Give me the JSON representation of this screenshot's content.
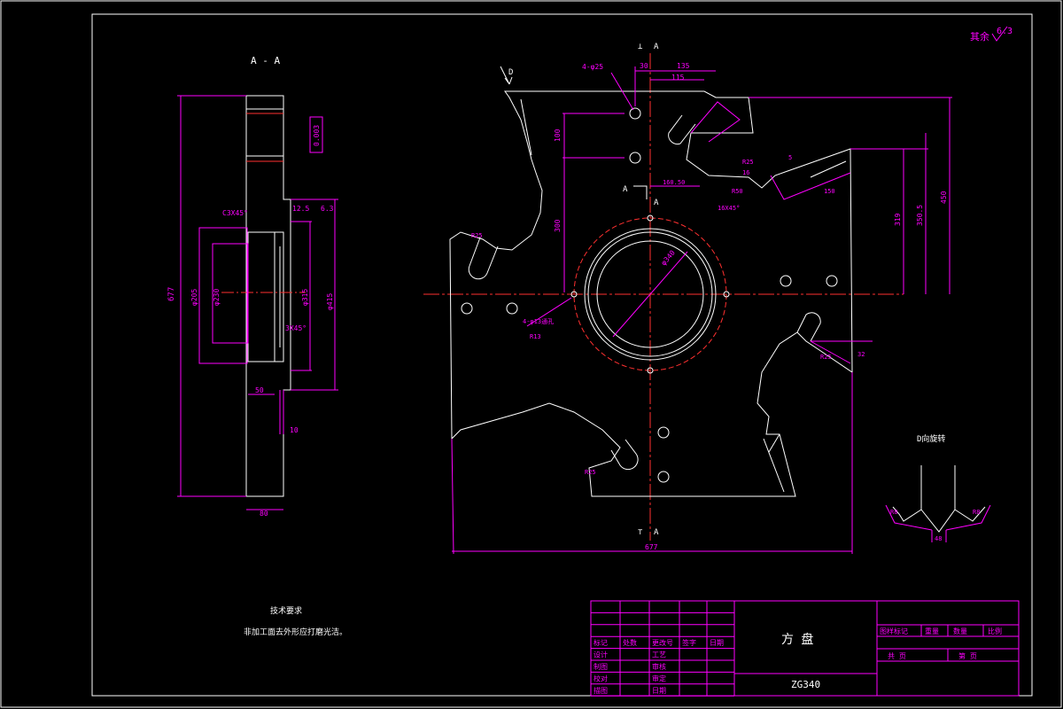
{
  "colors": {
    "background": "#000000",
    "outline": "#ffffff",
    "dimension": "#ff00ff",
    "centerline": "#ff0000"
  },
  "section_view": {
    "title": "A - A",
    "dims": {
      "total_height": "677",
      "hole_dia": "φ205",
      "inner_dia": "φ230",
      "outer_dia": "φ315",
      "flange_dia": "φ415",
      "chamfer_top": "C3X45°",
      "chamfer_bottom": "3X45°",
      "depth": "50",
      "flange_thk": "10",
      "bottom_width": "80",
      "groove": "12.5",
      "roughness": "6.3",
      "flatness": "0.003"
    }
  },
  "main_view": {
    "arrow_d": "D",
    "section_mark": "A",
    "dims": {
      "holes": "4-φ25",
      "d30": "30",
      "d135": "135",
      "d115": "115",
      "d100": "100",
      "d300": "300",
      "d160": "160.50",
      "d340": "φ340",
      "holes2": "4-φ13通孔",
      "d677": "677",
      "d319": "319",
      "d350": "350.5",
      "d450": "450",
      "r50": "R50",
      "r25": "R25",
      "d16": "16",
      "d5": "5",
      "d150": "150",
      "deg": "16X45°",
      "r13": "R13",
      "d25": "25",
      "d32": "32"
    }
  },
  "d_view": {
    "title": "D向旋转",
    "dims": {
      "r": "R8",
      "w": "48",
      "r2": "R8"
    }
  },
  "tech_req": {
    "title": "技术要求",
    "text": "非加工面去外形应打磨光洁。"
  },
  "corner_roughness": {
    "label": "其余",
    "value": "6.3"
  },
  "title_block": {
    "part_name": "方 盘",
    "material": "ZG340",
    "rows_left": [
      [
        "标记",
        "处数",
        "更改号",
        "签字",
        "日期"
      ],
      [
        "设计",
        "",
        "工艺",
        "",
        ""
      ],
      [
        "制图",
        "",
        "审核",
        "",
        ""
      ],
      [
        "校对",
        "",
        "审定",
        "",
        ""
      ],
      [
        "描图",
        "",
        "日期",
        "",
        ""
      ]
    ],
    "right_headers": [
      "图样标记",
      "重量",
      "数量",
      "比例"
    ],
    "sheet_total": "共 页",
    "sheet_no": "第 页"
  }
}
